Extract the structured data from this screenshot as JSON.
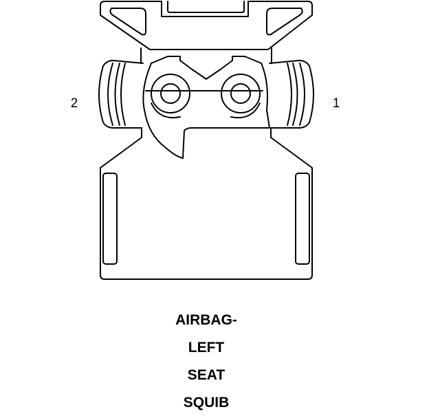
{
  "pins": {
    "left": "2",
    "right": "1"
  },
  "caption": [
    "AIRBAG-",
    "LEFT",
    "SEAT",
    "SQUIB"
  ],
  "colors": {
    "stroke": "#000000",
    "background": "#ffffff"
  }
}
